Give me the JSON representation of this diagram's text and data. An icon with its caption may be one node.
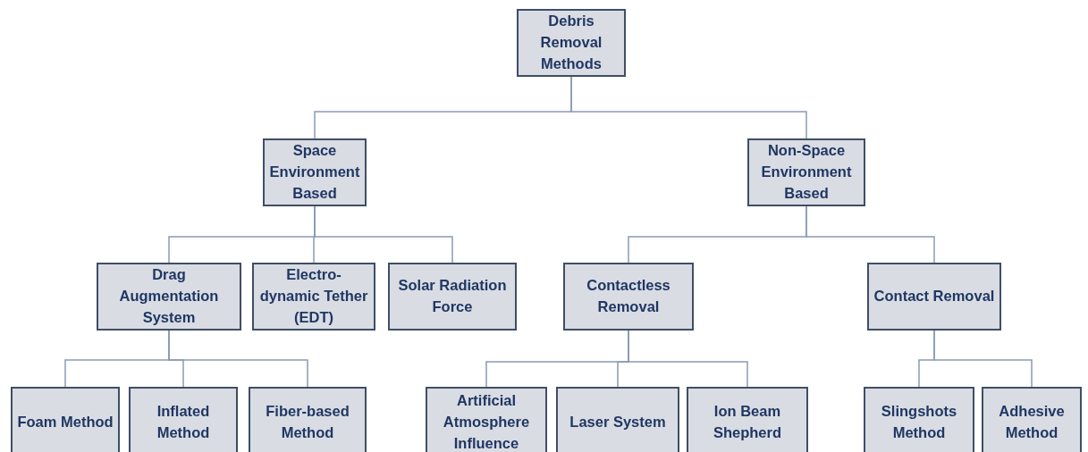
{
  "diagram": {
    "nodes": [
      {
        "text": [
          "Debris Removal Methods"
        ]
      },
      {
        "text": [
          "Space Environment Based"
        ]
      },
      {
        "text": [
          "Non-Space Environment Based"
        ]
      },
      {
        "text": [
          "Drag Augmentation System"
        ]
      },
      {
        "text": [
          "Electro-dynamic Tether (EDT)"
        ]
      },
      {
        "text": [
          "Solar Radiation Force"
        ]
      },
      {
        "text": [
          "Contactless Removal"
        ]
      },
      {
        "text": [
          "Contact Removal"
        ]
      },
      {
        "text": [
          "Foam Method"
        ]
      },
      {
        "text": [
          "Inflated Method"
        ]
      },
      {
        "text": [
          "Fiber-based Method"
        ]
      },
      {
        "text": [
          "Artificial Atmosphere Influence"
        ]
      },
      {
        "text": [
          "Laser System"
        ]
      },
      {
        "text": [
          "Ion Beam Shepherd"
        ]
      },
      {
        "text": [
          "Slingshots Method"
        ]
      },
      {
        "text": [
          "Adhesive Method"
        ]
      }
    ],
    "edges": [
      {
        "from": 0,
        "to": 1,
        "arrow": "none"
      },
      {
        "from": 0,
        "to": 2,
        "arrow": "none"
      },
      {
        "from": 1,
        "to": 3,
        "arrow": "none"
      },
      {
        "from": 1,
        "to": 4,
        "arrow": "none"
      },
      {
        "from": 1,
        "to": 5,
        "arrow": "none"
      },
      {
        "from": 2,
        "to": 6,
        "arrow": "none"
      },
      {
        "from": 2,
        "to": 7,
        "arrow": "none"
      },
      {
        "from": 3,
        "to": 8,
        "arrow": "none"
      },
      {
        "from": 3,
        "to": 9,
        "arrow": "none"
      },
      {
        "from": 3,
        "to": 10,
        "arrow": "none"
      },
      {
        "from": 6,
        "to": 11,
        "arrow": "none"
      },
      {
        "from": 6,
        "to": 12,
        "arrow": "none"
      },
      {
        "from": 6,
        "to": 13,
        "arrow": "none"
      },
      {
        "from": 7,
        "to": 14,
        "arrow": "none"
      },
      {
        "from": 7,
        "to": 15,
        "arrow": "none"
      }
    ]
  }
}
